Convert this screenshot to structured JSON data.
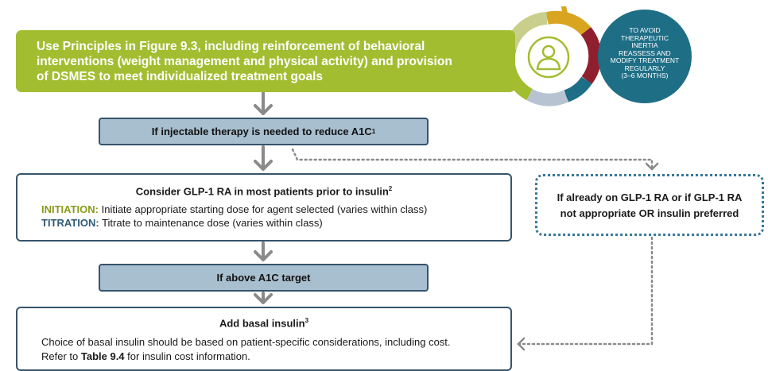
{
  "banner": {
    "lines": [
      "Use Principles in Figure 9.3, including reinforcement of behavioral",
      "interventions (weight management and physical activity) and provision",
      "of DSMES to meet individualized treatment goals"
    ]
  },
  "condition_injectable": {
    "text": "If injectable therapy is needed to reduce A1C",
    "superscript": "1"
  },
  "glp1_box": {
    "title": "Consider GLP-1 RA in most patients prior to insulin",
    "title_superscript": "2",
    "initiation_label": "INITIATION:",
    "initiation_text": " Initiate appropriate starting dose for agent selected (varies within class)",
    "titration_label": "TITRATION:",
    "titration_text": " Titrate to maintenance dose (varies within class)"
  },
  "condition_a1c_target": {
    "text": "If above A1C target"
  },
  "basal_box": {
    "title": "Add basal insulin",
    "title_superscript": "3",
    "line1": "Choice of basal insulin should be based on patient-specific considerations, including cost.",
    "line2_prefix": "Refer to ",
    "line2_bold": "Table 9.4",
    "line2_suffix": " for insulin cost information."
  },
  "side_box": {
    "line1": "If already on GLP-1 RA or if GLP-1 RA",
    "line2": "not appropriate OR insulin preferred"
  },
  "cycle": {
    "lines": [
      "TO AVOID",
      "THERAPEUTIC",
      "INERTIA",
      "REASSESS AND",
      "MODIFY TREATMENT",
      "REGULARLY",
      "(3–6 MONTHS)"
    ]
  },
  "colors": {
    "banner_green": "#a3bd31",
    "condition_fill": "#a8bfcf",
    "box_border": "#36546b",
    "arrow_grey": "#8a8a8a",
    "dotted_blue": "#36789a",
    "cycle_teal": "#1e6e86",
    "cycle_segments": [
      "#d9a521",
      "#8f1e2e",
      "#1e6e86",
      "#b7c3d0",
      "#a3bd31",
      "#c9cf8a"
    ]
  },
  "icons": {
    "person": "person-icon",
    "down_arrow": "down-arrow-icon",
    "dotted_arrow": "dotted-arrow-icon"
  }
}
